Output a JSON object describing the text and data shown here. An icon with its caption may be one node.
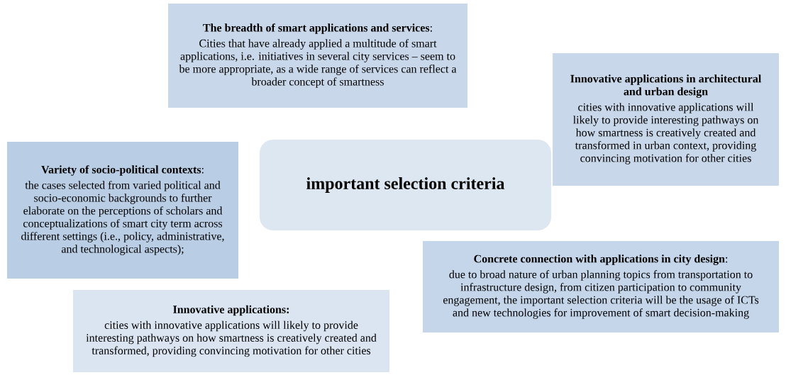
{
  "diagram": {
    "nodes": [
      {
        "text": [
          "important selection criteria"
        ]
      },
      {
        "text": [
          "**The breadth of smart applications and services**:",
          "Cities that have already applied a multitude of smart applications, i.e. initiatives in several city services – seem to be more appropriate, as a wide range of services can reflect a broader concept of smartness"
        ]
      },
      {
        "text": [
          "Innovative applications in architectural and urban design",
          "cities with innovative applications will likely to provide interesting pathways on how smartness is creatively created and transformed in urban context, providing convincing motivation for other cities"
        ]
      },
      {
        "text": [
          "**Variety of socio-political contexts**:",
          "the cases selected from varied political and socio-economic backgrounds to further elaborate on the perceptions of scholars and conceptualizations of smart city term across different settings (i.e., policy, administrative, and technological aspects);"
        ]
      },
      {
        "text": [
          "**Concrete connection with applications in city design**:",
          "due to broad nature of urban planning topics from transportation to infrastructure design, from citizen participation to community engagement, the important selection criteria will be the usage of ICTs and new technologies for improvement of smart decision-making"
        ]
      },
      {
        "text": [
          "Innovative applications:",
          "cities with innovative applications will likely to provide interesting pathways on how smartness is creatively created and transformed, providing convincing motivation for other cities"
        ]
      }
    ]
  }
}
